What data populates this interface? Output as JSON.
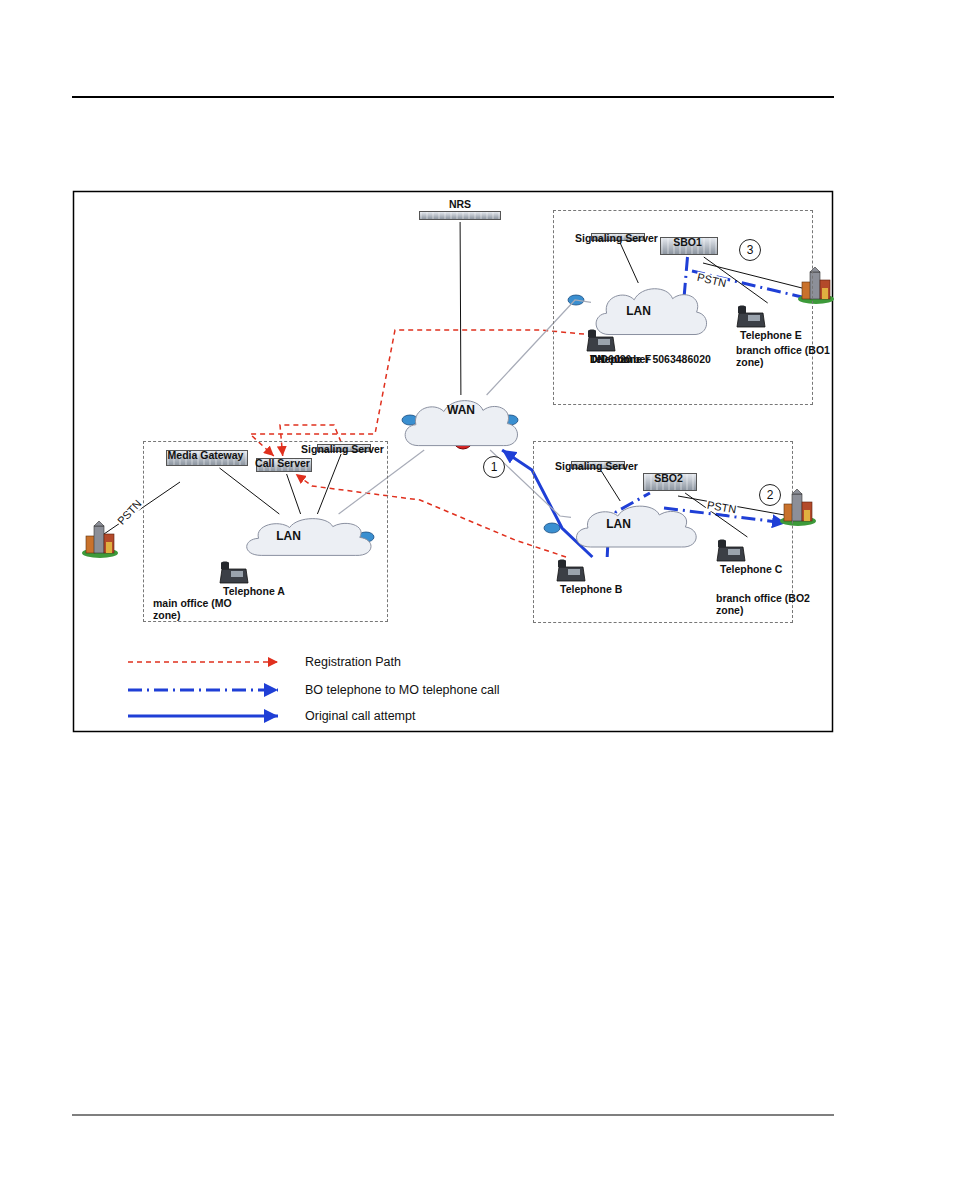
{
  "diagram": {
    "nodes": [
      {
        "text": [
          "NRS"
        ]
      },
      {
        "text": [
          "branch office (BO1 zone)"
        ]
      },
      {
        "text": [
          "Signaling Server"
        ],
        "in": 1
      },
      {
        "text": [
          "SBO1"
        ],
        "in": 1
      },
      {
        "text": [
          "LAN"
        ],
        "in": 1
      },
      {
        "text": [
          "Telephone F",
          "DN 6020",
          "DID number 5063486020"
        ],
        "in": 1
      },
      {
        "text": [
          "Telephone E"
        ],
        "in": 1
      },
      {
        "text": [
          "WAN"
        ]
      },
      {
        "text": [
          "main office (MO zone)"
        ]
      },
      {
        "text": [
          "Media Gateway"
        ],
        "in": 8
      },
      {
        "text": [
          "Call Server"
        ],
        "in": 8
      },
      {
        "text": [
          "Signaling Server"
        ],
        "in": 8
      },
      {
        "text": [
          "LAN"
        ],
        "in": 8
      },
      {
        "text": [
          "Telephone A"
        ],
        "in": 8
      },
      {
        "text": [
          "branch office (BO2 zone)"
        ]
      },
      {
        "text": [
          "Signaling Server"
        ],
        "in": 14
      },
      {
        "text": [
          "SBO2"
        ],
        "in": 14
      },
      {
        "text": [
          "LAN"
        ],
        "in": 14
      },
      {
        "text": [
          "Telephone B"
        ],
        "in": 14
      },
      {
        "text": [
          "Telephone C"
        ],
        "in": 14
      }
    ],
    "edges": [
      {
        "from": 0,
        "to": 7,
        "arrow": "none"
      },
      {
        "from": 5,
        "to": 10,
        "arrow": "to"
      },
      {
        "from": 18,
        "to": 10,
        "arrow": "to"
      },
      {
        "from": 11,
        "to": 10,
        "arrow": "to"
      },
      {
        "from": 18,
        "to": 7,
        "arrow": "to"
      },
      {
        "from": 18,
        "to": 16,
        "arrow": "none"
      },
      {
        "from": 3,
        "to": 5,
        "arrow": "to"
      },
      {
        "from": 2,
        "to": 4,
        "arrow": "none"
      },
      {
        "from": 3,
        "to": 6,
        "arrow": "none"
      },
      {
        "from": 9,
        "to": 12,
        "arrow": "none"
      },
      {
        "from": 10,
        "to": 12,
        "arrow": "none"
      },
      {
        "from": 11,
        "to": 12,
        "arrow": "none"
      },
      {
        "from": 13,
        "to": 12,
        "arrow": "none"
      },
      {
        "from": 15,
        "to": 17,
        "arrow": "none"
      },
      {
        "from": 16,
        "to": 19,
        "arrow": "none"
      },
      {
        "from": 12,
        "to": 7,
        "arrow": "none"
      },
      {
        "from": 17,
        "to": 7,
        "arrow": "none"
      },
      {
        "from": 4,
        "to": 7,
        "arrow": "none"
      }
    ],
    "labels": [
      "1",
      "2",
      "3",
      "PSTN",
      "PSTN",
      "PSTN"
    ],
    "legend": [
      {
        "text": "Registration Path"
      },
      {
        "text": "BO telephone to MO telephone call"
      },
      {
        "text": "Original call attempt"
      }
    ]
  }
}
